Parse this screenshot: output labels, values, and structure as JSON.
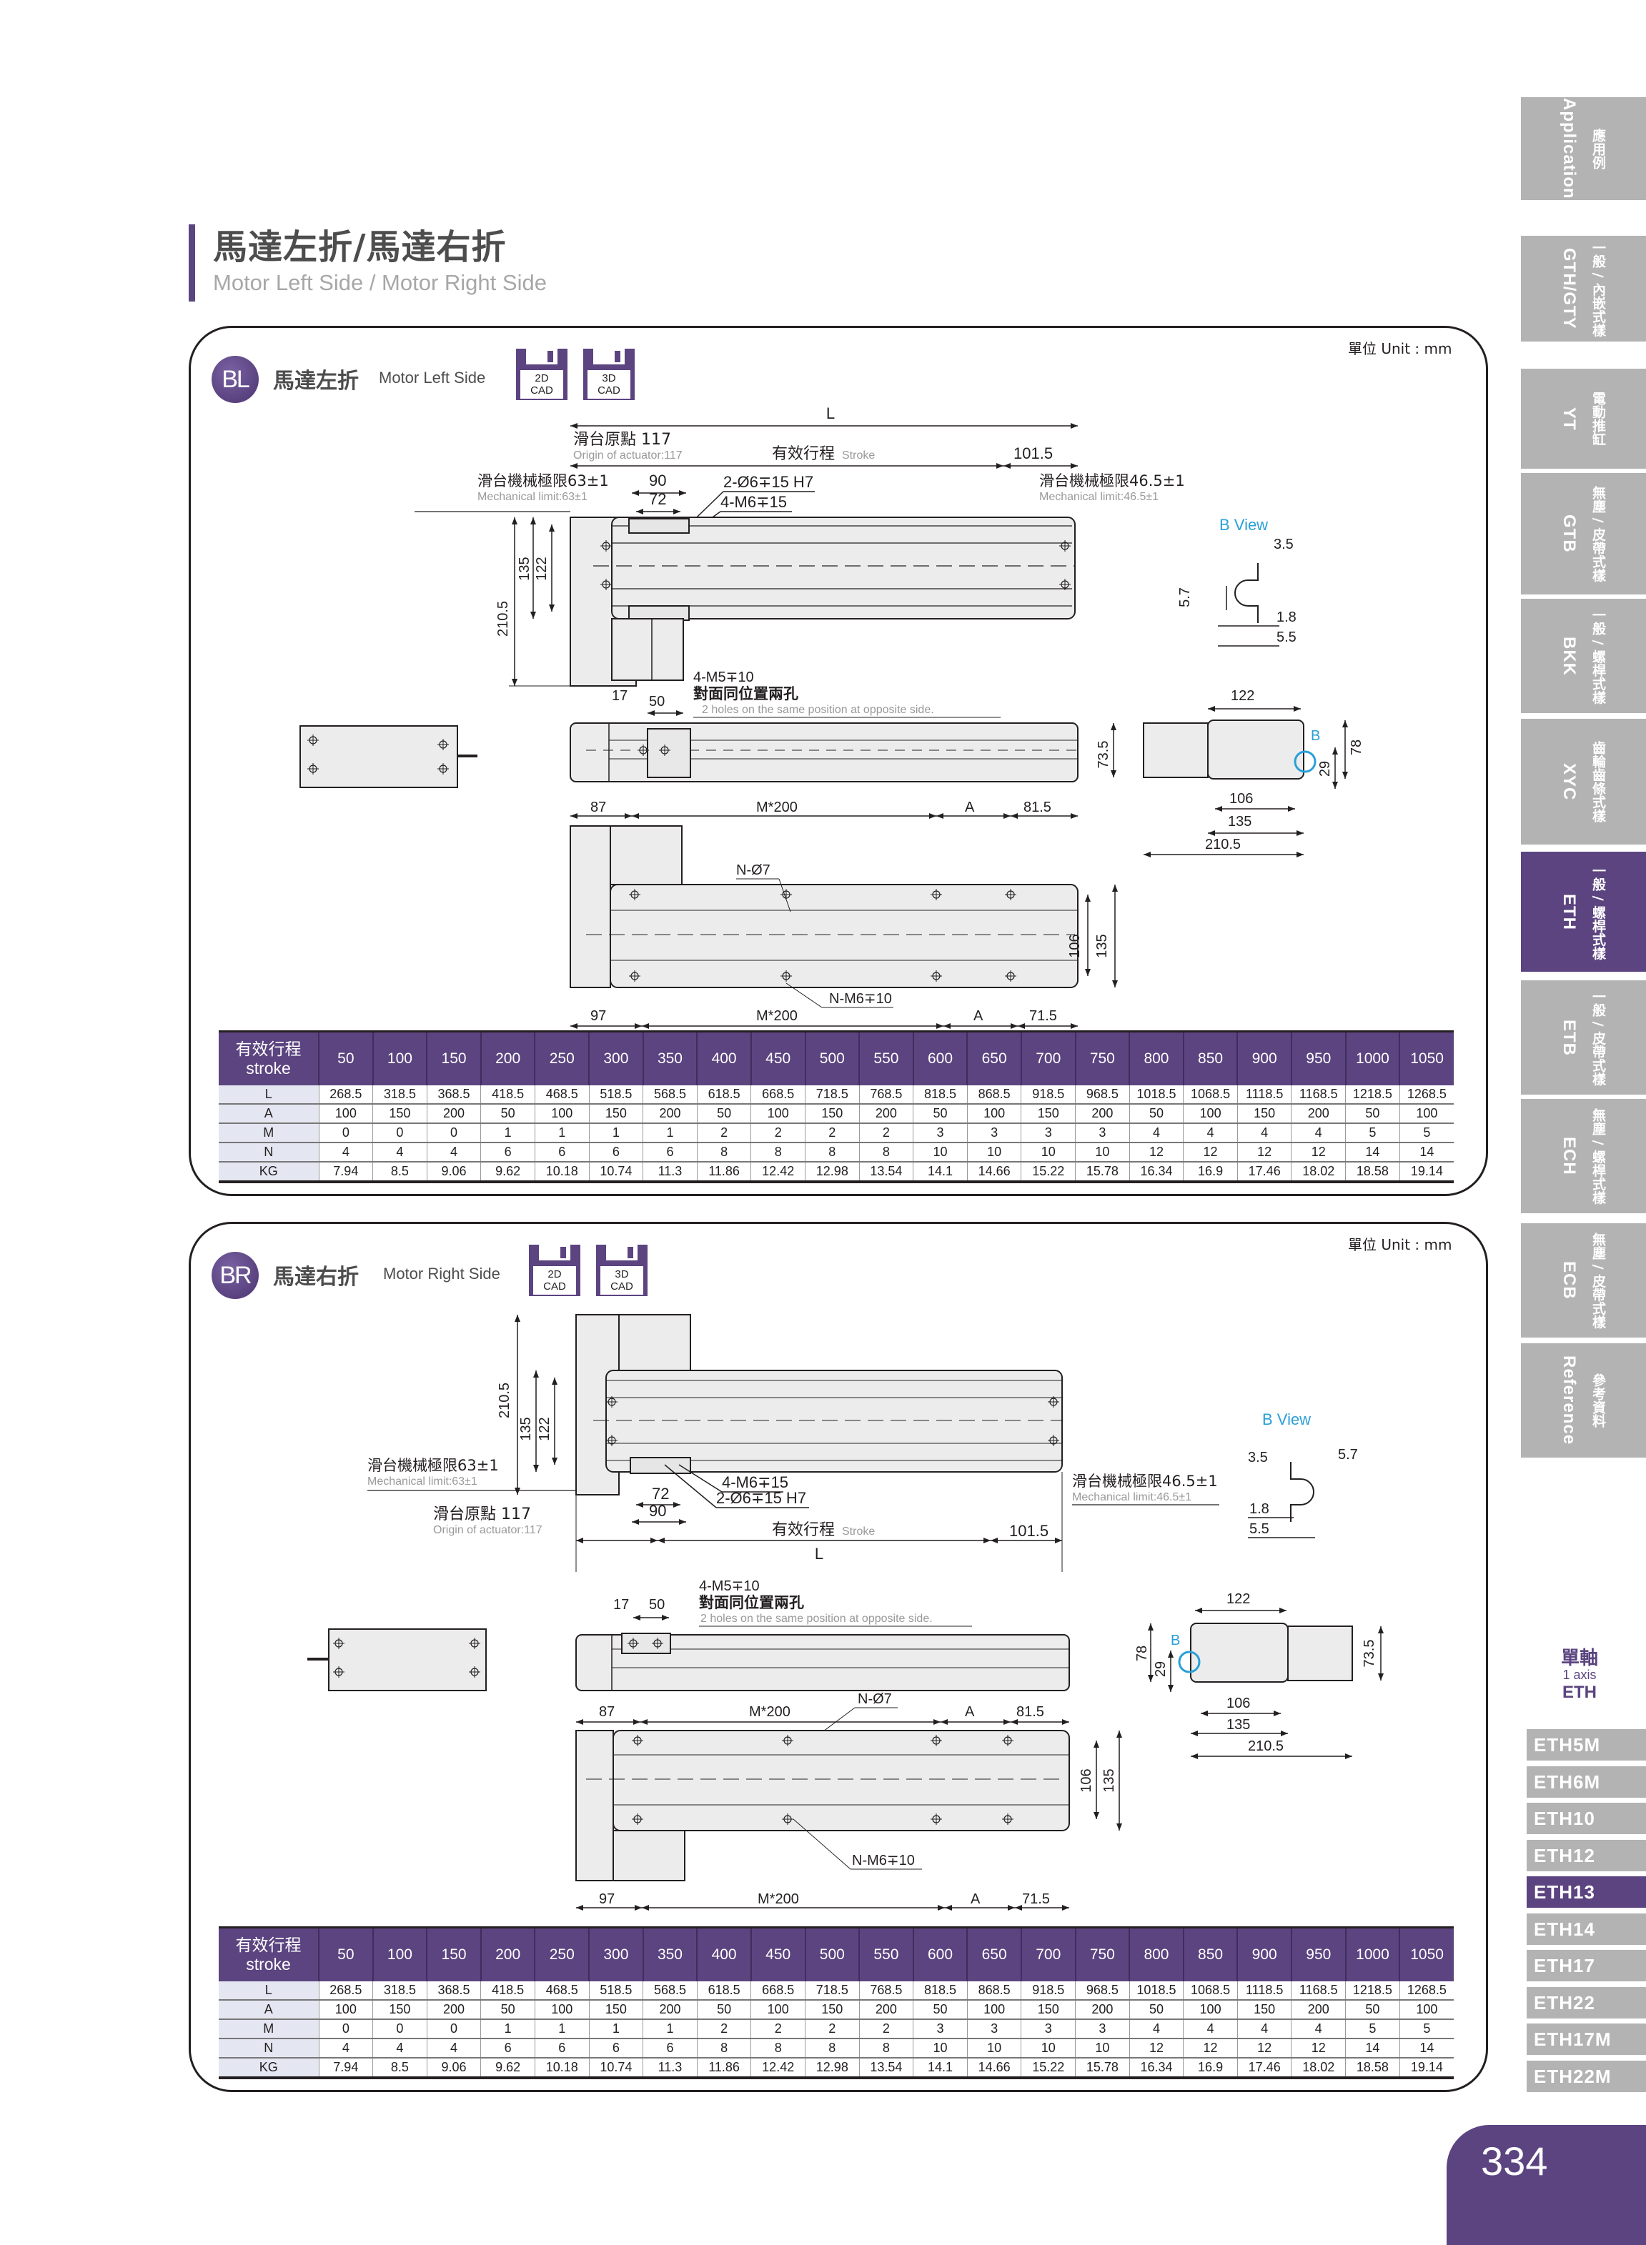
{
  "page": {
    "title_zh": "馬達左折/馬達右折",
    "title_en": "Motor Left Side / Motor Right Side",
    "page_number": "334",
    "accent_color": "#5b4480",
    "highlight_color": "#2a9fd8"
  },
  "sidebar": {
    "tabs": [
      {
        "en": "Application",
        "zh": "應用例",
        "active": false
      },
      {
        "en": "GTH/GTY",
        "zh": "一般 / 內嵌式樣",
        "active": false
      },
      {
        "en": "YT",
        "zh": "電動推缸",
        "active": false
      },
      {
        "en": "GTB",
        "zh": "無塵 / 皮帶式樣",
        "active": false
      },
      {
        "en": "BKK",
        "zh": "一般 / 螺桿式樣",
        "active": false
      },
      {
        "en": "XYC",
        "zh": "齒輪齒條式樣",
        "active": false
      },
      {
        "en": "ETH",
        "zh": "一般 / 螺桿式樣",
        "active": true
      },
      {
        "en": "ETB",
        "zh": "一般 / 皮帶式樣",
        "active": false
      },
      {
        "en": "ECH",
        "zh": "無塵 / 螺桿式樣",
        "active": false
      },
      {
        "en": "ECB",
        "zh": "無塵 / 皮帶式樣",
        "active": false
      },
      {
        "en": "Reference",
        "zh": "參考資料",
        "active": false
      }
    ],
    "axis_zh": "單軸",
    "axis_en": "1 axis",
    "axis_model": "ETH",
    "models": [
      {
        "label": "ETH5M",
        "active": false
      },
      {
        "label": "ETH6M",
        "active": false
      },
      {
        "label": "ETH10",
        "active": false
      },
      {
        "label": "ETH12",
        "active": false
      },
      {
        "label": "ETH13",
        "active": true
      },
      {
        "label": "ETH14",
        "active": false
      },
      {
        "label": "ETH17",
        "active": false
      },
      {
        "label": "ETH22",
        "active": false
      },
      {
        "label": "ETH17M",
        "active": false
      },
      {
        "label": "ETH22M",
        "active": false
      }
    ]
  },
  "sections": [
    {
      "badge": "BL",
      "title_zh": "馬達左折",
      "title_en": "Motor Left Side",
      "unit": "單位 Unit : mm",
      "cad": [
        {
          "line1": "2D",
          "line2": "CAD"
        },
        {
          "line1": "3D",
          "line2": "CAD"
        }
      ],
      "annotations": {
        "L": "L",
        "origin_zh": "滑台原點 117",
        "origin_en": "Origin of actuator:117",
        "stroke_zh": "有效行程",
        "stroke_en": "Stroke",
        "d101_5": "101.5",
        "mech_left_zh": "滑台機械極限63±1",
        "mech_left_en": "Mechanical limit:63±1",
        "mech_right_zh": "滑台機械極限46.5±1",
        "mech_right_en": "Mechanical limit:46.5±1",
        "d90": "90",
        "d72": "72",
        "pin_hole": "2-Ø6∓15 H7",
        "tap_hole": "4-M6∓15",
        "d210_5": "210.5",
        "d135": "135",
        "d122": "122",
        "side_tap": "4-M5∓10",
        "side_tap_zh": "對面同位置兩孔",
        "side_tap_en": "2 holes on the same position at opposite side.",
        "d17": "17",
        "d50": "50",
        "d87": "87",
        "m200": "M*200",
        "A": "A",
        "d81_5": "81.5",
        "n_hole": "N-Ø7",
        "n_tap": "N-M6∓10",
        "d106": "106",
        "d97": "97",
        "d71_5": "71.5",
        "bview": "B View",
        "bv_3_5": "3.5",
        "bv_5_7": "5.7",
        "bv_1_8": "1.8",
        "bv_5_5": "5.5",
        "end_122": "122",
        "end_73_5": "73.5",
        "end_78": "78",
        "end_29": "29",
        "end_106": "106",
        "end_135": "135",
        "end_210_5": "210.5",
        "end_B": "B"
      },
      "table": {
        "header_zh": "有效行程",
        "header_en": "stroke",
        "strokes": [
          "50",
          "100",
          "150",
          "200",
          "250",
          "300",
          "350",
          "400",
          "450",
          "500",
          "550",
          "600",
          "650",
          "700",
          "750",
          "800",
          "850",
          "900",
          "950",
          "1000",
          "1050"
        ],
        "rows": [
          {
            "label": "L",
            "values": [
              "268.5",
              "318.5",
              "368.5",
              "418.5",
              "468.5",
              "518.5",
              "568.5",
              "618.5",
              "668.5",
              "718.5",
              "768.5",
              "818.5",
              "868.5",
              "918.5",
              "968.5",
              "1018.5",
              "1068.5",
              "1118.5",
              "1168.5",
              "1218.5",
              "1268.5"
            ]
          },
          {
            "label": "A",
            "values": [
              "100",
              "150",
              "200",
              "50",
              "100",
              "150",
              "200",
              "50",
              "100",
              "150",
              "200",
              "50",
              "100",
              "150",
              "200",
              "50",
              "100",
              "150",
              "200",
              "50",
              "100"
            ]
          },
          {
            "label": "M",
            "values": [
              "0",
              "0",
              "0",
              "1",
              "1",
              "1",
              "1",
              "2",
              "2",
              "2",
              "2",
              "3",
              "3",
              "3",
              "3",
              "4",
              "4",
              "4",
              "4",
              "5",
              "5"
            ]
          },
          {
            "label": "N",
            "values": [
              "4",
              "4",
              "4",
              "6",
              "6",
              "6",
              "6",
              "8",
              "8",
              "8",
              "8",
              "10",
              "10",
              "10",
              "10",
              "12",
              "12",
              "12",
              "12",
              "14",
              "14"
            ]
          },
          {
            "label": "KG",
            "values": [
              "7.94",
              "8.5",
              "9.06",
              "9.62",
              "10.18",
              "10.74",
              "11.3",
              "11.86",
              "12.42",
              "12.98",
              "13.54",
              "14.1",
              "14.66",
              "15.22",
              "15.78",
              "16.34",
              "16.9",
              "17.46",
              "18.02",
              "18.58",
              "19.14"
            ]
          }
        ]
      }
    },
    {
      "badge": "BR",
      "title_zh": "馬達右折",
      "title_en": "Motor Right Side",
      "unit": "單位 Unit : mm",
      "cad": [
        {
          "line1": "2D",
          "line2": "CAD"
        },
        {
          "line1": "3D",
          "line2": "CAD"
        }
      ],
      "annotations": {
        "L": "L",
        "origin_zh": "滑台原點 117",
        "origin_en": "Origin of actuator:117",
        "stroke_zh": "有效行程",
        "stroke_en": "Stroke",
        "d101_5": "101.5",
        "mech_left_zh": "滑台機械極限63±1",
        "mech_left_en": "Mechanical limit:63±1",
        "mech_right_zh": "滑台機械極限46.5±1",
        "mech_right_en": "Mechanical limit:46.5±1",
        "d90": "90",
        "d72": "72",
        "pin_hole": "2-Ø6∓15 H7",
        "tap_hole": "4-M6∓15",
        "d210_5": "210.5",
        "d135": "135",
        "d122": "122",
        "side_tap": "4-M5∓10",
        "side_tap_zh": "對面同位置兩孔",
        "side_tap_en": "2 holes on the same position at opposite side.",
        "d17": "17",
        "d50": "50",
        "d87": "87",
        "m200": "M*200",
        "A": "A",
        "d81_5": "81.5",
        "n_hole": "N-Ø7",
        "n_tap": "N-M6∓10",
        "d106": "106",
        "d97": "97",
        "d71_5": "71.5",
        "bview": "B View",
        "bv_3_5": "3.5",
        "bv_5_7": "5.7",
        "bv_1_8": "1.8",
        "bv_5_5": "5.5",
        "end_122": "122",
        "end_73_5": "73.5",
        "end_78": "78",
        "end_29": "29",
        "end_106": "106",
        "end_135": "135",
        "end_210_5": "210.5",
        "end_B": "B"
      },
      "table": {
        "header_zh": "有效行程",
        "header_en": "stroke",
        "strokes": [
          "50",
          "100",
          "150",
          "200",
          "250",
          "300",
          "350",
          "400",
          "450",
          "500",
          "550",
          "600",
          "650",
          "700",
          "750",
          "800",
          "850",
          "900",
          "950",
          "1000",
          "1050"
        ],
        "rows": [
          {
            "label": "L",
            "values": [
              "268.5",
              "318.5",
              "368.5",
              "418.5",
              "468.5",
              "518.5",
              "568.5",
              "618.5",
              "668.5",
              "718.5",
              "768.5",
              "818.5",
              "868.5",
              "918.5",
              "968.5",
              "1018.5",
              "1068.5",
              "1118.5",
              "1168.5",
              "1218.5",
              "1268.5"
            ]
          },
          {
            "label": "A",
            "values": [
              "100",
              "150",
              "200",
              "50",
              "100",
              "150",
              "200",
              "50",
              "100",
              "150",
              "200",
              "50",
              "100",
              "150",
              "200",
              "50",
              "100",
              "150",
              "200",
              "50",
              "100"
            ]
          },
          {
            "label": "M",
            "values": [
              "0",
              "0",
              "0",
              "1",
              "1",
              "1",
              "1",
              "2",
              "2",
              "2",
              "2",
              "3",
              "3",
              "3",
              "3",
              "4",
              "4",
              "4",
              "4",
              "5",
              "5"
            ]
          },
          {
            "label": "N",
            "values": [
              "4",
              "4",
              "4",
              "6",
              "6",
              "6",
              "6",
              "8",
              "8",
              "8",
              "8",
              "10",
              "10",
              "10",
              "10",
              "12",
              "12",
              "12",
              "12",
              "14",
              "14"
            ]
          },
          {
            "label": "KG",
            "values": [
              "7.94",
              "8.5",
              "9.06",
              "9.62",
              "10.18",
              "10.74",
              "11.3",
              "11.86",
              "12.42",
              "12.98",
              "13.54",
              "14.1",
              "14.66",
              "15.22",
              "15.78",
              "16.34",
              "16.9",
              "17.46",
              "18.02",
              "18.58",
              "19.14"
            ]
          }
        ]
      }
    }
  ]
}
